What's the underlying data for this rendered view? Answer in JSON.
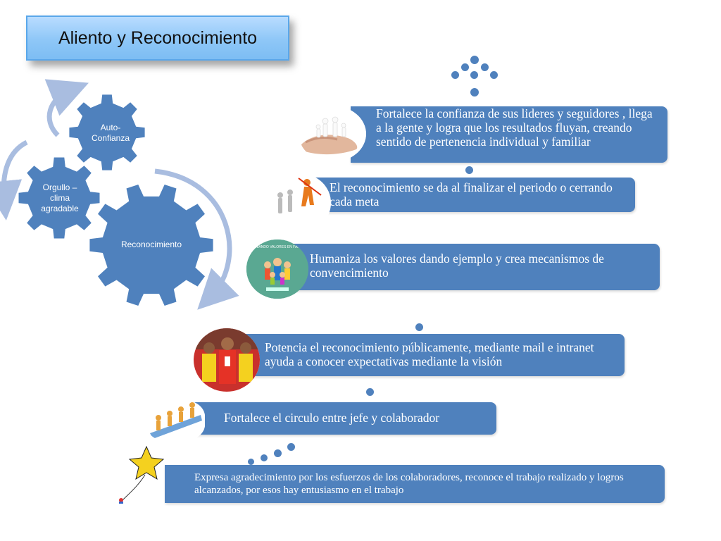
{
  "title": "Aliento y Reconocimiento",
  "gears": {
    "auto_confianza": "Auto-Confianza",
    "orgullo": "Orgullo – clima agradable",
    "reconocimiento": "Reconocimiento"
  },
  "items": [
    "Fortalece la confianza de sus lideres y seguidores , llega a la gente y logra que los resultados fluyan, creando sentido de pertenencia individual y familiar",
    "El reconocimiento se da al finalizar el periodo o cerrando cada meta",
    "Humaniza los valores dando ejemplo y crea mecanismos de convencimiento",
    "Potencia el reconocimiento públicamente, mediante mail e intranet     ayuda a conocer expectativas  mediante la visión",
    "Fortalece el circulo entre jefe y colaborador",
    "Expresa  agradecimiento por los esfuerzos de los colaboradores, reconoce el trabajo realizado y logros alcanzados, por esos hay  entusiasmo en el trabajo"
  ],
  "poster_text": "FORMANDO VALORES EN FAMILIA",
  "colors": {
    "bar": "#4f81bd",
    "title_bg": "#8ec7f7",
    "arrow": "#a9bde0"
  }
}
